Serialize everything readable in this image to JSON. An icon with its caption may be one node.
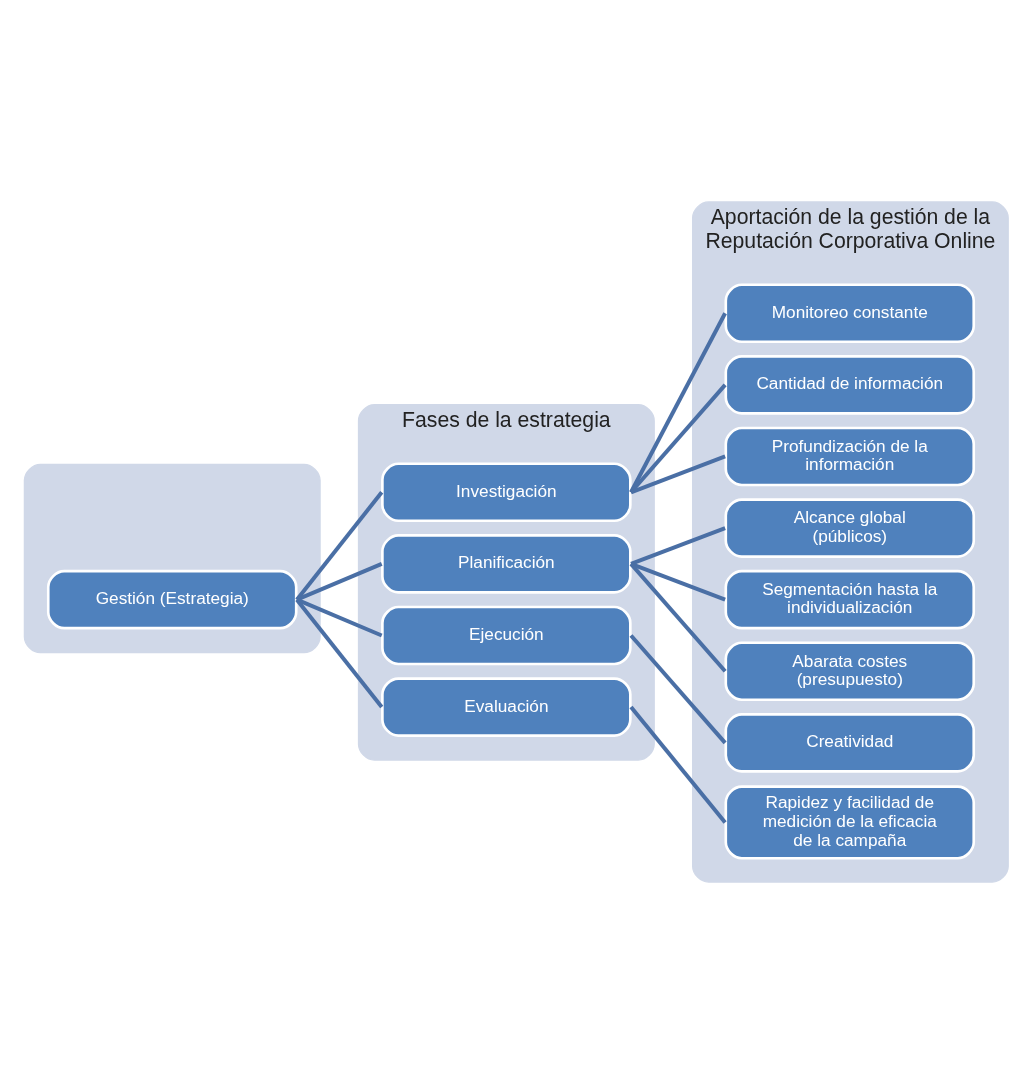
{
  "diagram": {
    "nodes": [
      {
        "text": [],
        "shape": "box"
      },
      {
        "text": [
          "Fases de la estrategia"
        ]
      },
      {
        "text": [
          "Aportación de la gestión de la Reputación Corporativa Online"
        ]
      },
      {
        "text": [
          "Gestión (Estrategia)"
        ],
        "in": 0
      },
      {
        "text": [
          "Investigación"
        ],
        "in": 1
      },
      {
        "text": [
          "Planificación"
        ],
        "in": 1
      },
      {
        "text": [
          "Ejecución"
        ],
        "in": 1
      },
      {
        "text": [
          "Evaluación"
        ],
        "in": 1
      },
      {
        "text": [
          "Monitoreo constante"
        ],
        "in": 2
      },
      {
        "text": [
          "Cantidad de información"
        ],
        "in": 2
      },
      {
        "text": [
          "Profundización de la información"
        ],
        "in": 2
      },
      {
        "text": [
          "Alcance global (públicos)"
        ],
        "in": 2
      },
      {
        "text": [
          "Segmentación hasta la individualización"
        ],
        "in": 2
      },
      {
        "text": [
          "Abarata costes (presupuesto)"
        ],
        "in": 2
      },
      {
        "text": [
          "Creatividad"
        ],
        "in": 2
      },
      {
        "text": [
          "Rapidez y facilidad de medición de la eficacia de la campaña"
        ],
        "in": 2
      }
    ],
    "edges": [
      {
        "from": 3,
        "to": 4,
        "arrow": "none"
      },
      {
        "from": 3,
        "to": 5,
        "arrow": "none"
      },
      {
        "from": 3,
        "to": 6,
        "arrow": "none"
      },
      {
        "from": 3,
        "to": 7,
        "arrow": "none"
      },
      {
        "from": 4,
        "to": 8,
        "arrow": "none"
      },
      {
        "from": 4,
        "to": 9,
        "arrow": "none"
      },
      {
        "from": 4,
        "to": 10,
        "arrow": "none"
      },
      {
        "from": 5,
        "to": 11,
        "arrow": "none"
      },
      {
        "from": 5,
        "to": 12,
        "arrow": "none"
      },
      {
        "from": 5,
        "to": 13,
        "arrow": "none"
      },
      {
        "from": 6,
        "to": 14,
        "arrow": "none"
      },
      {
        "from": 7,
        "to": 15,
        "arrow": "none"
      }
    ]
  }
}
